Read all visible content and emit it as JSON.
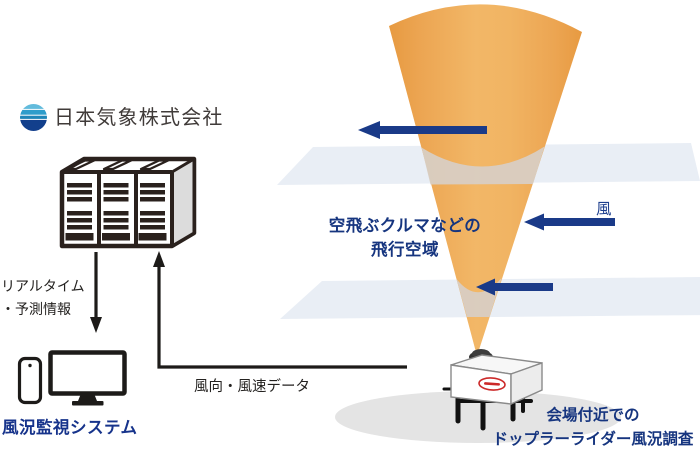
{
  "colors": {
    "navy_arrow": "#1a3a88",
    "text_navy": "#16357f",
    "cone_orange_mid": "#f2b767",
    "cone_orange_edge": "#e79a41",
    "plane_layer": "#e9eef5",
    "intersection_band": "#d8cec3",
    "ink_black": "#231815",
    "logo_light_blue": "#5ab5d9",
    "logo_dark_blue": "#123f8c",
    "device_logo_red": "#cc2a2a",
    "ground_shadow": "#e4e4e4"
  },
  "logo": {
    "icon": "globe-icon",
    "company_name": "日本気象株式会社"
  },
  "left_flow": {
    "server_icon": "server-racks-icon",
    "realtime_label": "リアルタイム\n・予測情報",
    "monitor_icon": "monitor-icon",
    "phone_icon": "smartphone-icon",
    "system_label": "風況監視システム",
    "wind_data_label": "風向・風速データ"
  },
  "diagram": {
    "beam_icon": "lidar-cone-beam",
    "layers_icon": "altitude-plane-layers",
    "wind_arrows_icon": "wind-direction-arrows",
    "lidar_icon": "doppler-lidar-device-icon",
    "airspace_label": "空飛ぶクルマなどの\n飛行空域",
    "wind_label": "風",
    "venue_label": "会場付近での\nドップラーライダー風況調査"
  }
}
